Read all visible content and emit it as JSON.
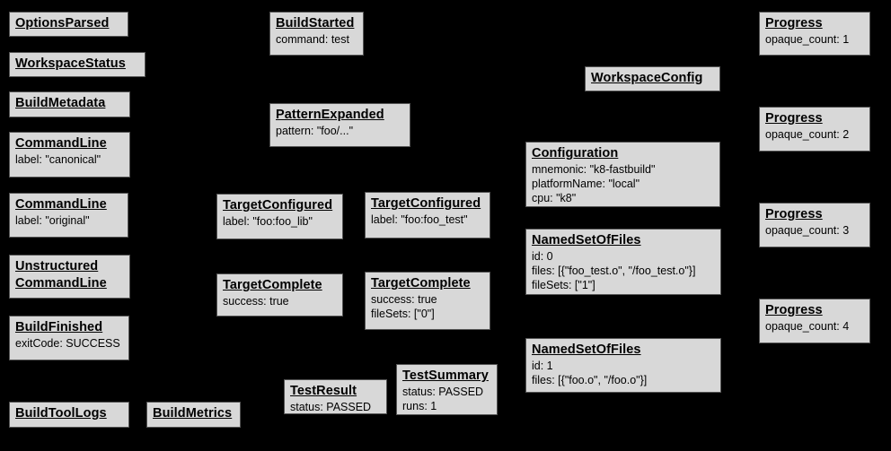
{
  "colors": {
    "background": "#000000",
    "box_fill": "#d8d8d8",
    "box_border": "#555555",
    "text": "#000000"
  },
  "boxes": [
    {
      "name": "options-parsed",
      "title": "OptionsParsed",
      "props": []
    },
    {
      "name": "workspace-status",
      "title": "WorkspaceStatus",
      "props": []
    },
    {
      "name": "build-metadata",
      "title": "BuildMetadata",
      "props": []
    },
    {
      "name": "command-line-canonical",
      "title": "CommandLine",
      "props": [
        "label: \"canonical\""
      ]
    },
    {
      "name": "command-line-original",
      "title": "CommandLine",
      "props": [
        "label: \"original\""
      ]
    },
    {
      "name": "unstructured-command-line",
      "title": "Unstructured\nCommandLine",
      "props": []
    },
    {
      "name": "build-finished",
      "title": "BuildFinished",
      "props": [
        "exitCode: SUCCESS"
      ]
    },
    {
      "name": "build-tool-logs",
      "title": "BuildToolLogs",
      "props": []
    },
    {
      "name": "build-metrics",
      "title": "BuildMetrics",
      "props": []
    },
    {
      "name": "build-started",
      "title": "BuildStarted",
      "props": [
        "command: test"
      ]
    },
    {
      "name": "pattern-expanded",
      "title": "PatternExpanded",
      "props": [
        "pattern: \"foo/...\""
      ]
    },
    {
      "name": "target-configured-foo-lib",
      "title": "TargetConfigured",
      "props": [
        "label: \"foo:foo_lib\""
      ]
    },
    {
      "name": "target-configured-foo-test",
      "title": "TargetConfigured",
      "props": [
        "label: \"foo:foo_test\""
      ]
    },
    {
      "name": "target-complete-foo-lib",
      "title": "TargetComplete",
      "props": [
        "success: true"
      ]
    },
    {
      "name": "target-complete-foo-test",
      "title": "TargetComplete",
      "props": [
        "success: true",
        "fileSets: [\"0\"]"
      ]
    },
    {
      "name": "test-result",
      "title": "TestResult",
      "props": [
        "status: PASSED"
      ]
    },
    {
      "name": "test-summary",
      "title": "TestSummary",
      "props": [
        "status: PASSED",
        "runs: 1"
      ]
    },
    {
      "name": "workspace-config",
      "title": "WorkspaceConfig",
      "props": []
    },
    {
      "name": "configuration",
      "title": "Configuration",
      "props": [
        "mnemonic: \"k8-fastbuild\"",
        "platformName: \"local\"",
        "cpu: \"k8\""
      ]
    },
    {
      "name": "named-set-of-files-0",
      "title": "NamedSetOfFiles",
      "props": [
        "id: 0",
        "files: [{\"foo_test.o\", \"/foo_test.o\"}]",
        "fileSets: [\"1\"]"
      ]
    },
    {
      "name": "named-set-of-files-1",
      "title": "NamedSetOfFiles",
      "props": [
        "id: 1",
        "files: [{\"foo.o\", \"/foo.o\"}]"
      ]
    },
    {
      "name": "progress-1",
      "title": "Progress",
      "props": [
        "opaque_count: 1"
      ]
    },
    {
      "name": "progress-2",
      "title": "Progress",
      "props": [
        "opaque_count: 2"
      ]
    },
    {
      "name": "progress-3",
      "title": "Progress",
      "props": [
        "opaque_count: 3"
      ]
    },
    {
      "name": "progress-4",
      "title": "Progress",
      "props": [
        "opaque_count: 4"
      ]
    }
  ]
}
